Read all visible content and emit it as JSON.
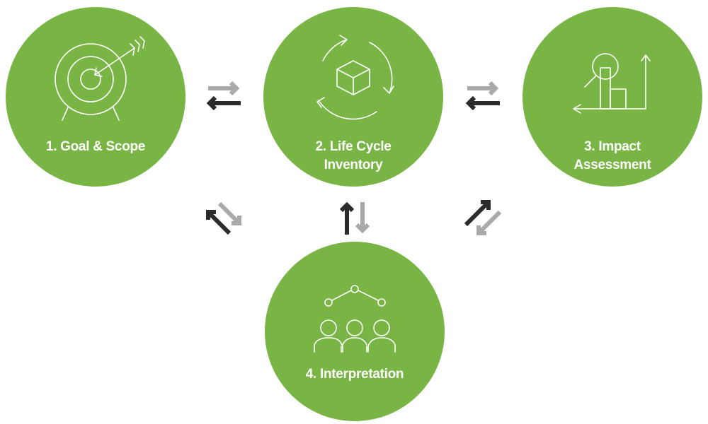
{
  "colors": {
    "node_fill": "#79b545",
    "label_text": "#ffffff",
    "icon_stroke": "#ffffff",
    "arrow_dark": "#2b2b2b",
    "arrow_light": "#a9a9a9"
  },
  "stages": [
    {
      "label_line1": "1. Goal & Scope",
      "label_line2": "",
      "icon": "target-icon"
    },
    {
      "label_line1": "2. Life Cycle",
      "label_line2": "Inventory",
      "icon": "cycle-cube-icon"
    },
    {
      "label_line1": "3. Impact",
      "label_line2": "Assessment",
      "icon": "magnifier-bar-chart-icon"
    },
    {
      "label_line1": "4. Interpretation",
      "label_line2": "",
      "icon": "people-network-icon"
    }
  ],
  "connectors": [
    {
      "from": "1. Goal & Scope",
      "to": "2. Life Cycle Inventory",
      "icon": "bidirectional-arrows-icon"
    },
    {
      "from": "2. Life Cycle Inventory",
      "to": "3. Impact Assessment",
      "icon": "bidirectional-arrows-icon"
    },
    {
      "from": "1. Goal & Scope",
      "to": "4. Interpretation",
      "icon": "bidirectional-arrows-icon"
    },
    {
      "from": "2. Life Cycle Inventory",
      "to": "4. Interpretation",
      "icon": "bidirectional-arrows-icon"
    },
    {
      "from": "3. Impact Assessment",
      "to": "4. Interpretation",
      "icon": "bidirectional-arrows-icon"
    }
  ]
}
